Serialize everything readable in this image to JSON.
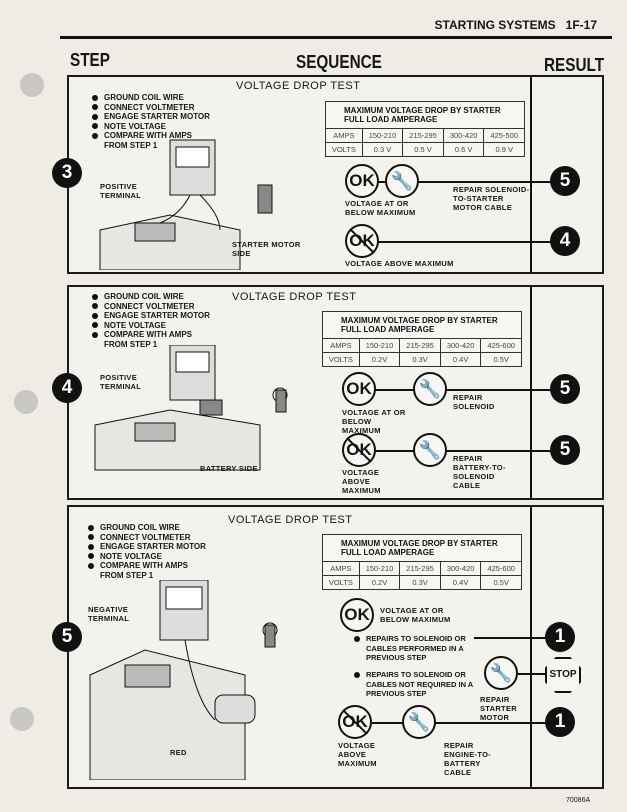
{
  "header": {
    "section": "STARTING SYSTEMS",
    "page": "1F-17"
  },
  "columns": {
    "step": "STEP",
    "sequence": "SEQUENCE",
    "result": "RESULT"
  },
  "panels": [
    {
      "step": "3",
      "title": "VOLTAGE DROP TEST",
      "bullets": [
        "GROUND COIL WIRE",
        "CONNECT VOLTMETER",
        "ENGAGE STARTER MOTOR",
        "NOTE VOLTAGE",
        "COMPARE WITH AMPS FROM STEP 1"
      ],
      "callouts": [
        "POSITIVE TERMINAL",
        "STARTER MOTOR SIDE"
      ],
      "table": {
        "title": "MAXIMUM VOLTAGE DROP BY STARTER FULL LOAD AMPERAGE",
        "amps_label": "AMPS",
        "volts_label": "VOLTS",
        "amps": [
          "150-210",
          "215-295",
          "300-420",
          "425-500"
        ],
        "volts": [
          "0.3 V",
          "0.5 V",
          "0.6 V",
          "0.9 V"
        ]
      },
      "ok_label": "VOLTAGE AT OR BELOW MAXIMUM",
      "ok_repair": "REPAIR SOLENOID-TO-STARTER MOTOR CABLE",
      "ok_result": "5",
      "notok_label": "VOLTAGE ABOVE MAXIMUM",
      "notok_result": "4"
    },
    {
      "step": "4",
      "title": "VOLTAGE DROP TEST",
      "bullets": [
        "GROUND COIL WIRE",
        "CONNECT VOLTMETER",
        "ENGAGE STARTER MOTOR",
        "NOTE VOLTAGE",
        "COMPARE WITH AMPS FROM STEP 1"
      ],
      "callouts": [
        "POSITIVE TERMINAL",
        "BATTERY SIDE"
      ],
      "table": {
        "title": "MAXIMUM VOLTAGE DROP BY STARTER FULL LOAD AMPERAGE",
        "amps_label": "AMPS",
        "volts_label": "VOLTS",
        "amps": [
          "150-210",
          "215-295",
          "300-420",
          "425-600"
        ],
        "volts": [
          "0.2V",
          "0.3V",
          "0.4V",
          "0.5V"
        ]
      },
      "ok_label": "VOLTAGE AT OR BELOW MAXIMUM",
      "ok_repair": "REPAIR SOLENOID",
      "ok_result": "5",
      "notok_label": "VOLTAGE ABOVE MAXIMUM",
      "notok_repair": "REPAIR BATTERY-TO-SOLENOID CABLE",
      "notok_result": "5"
    },
    {
      "step": "5",
      "title": "VOLTAGE DROP TEST",
      "bullets": [
        "GROUND COIL WIRE",
        "CONNECT VOLTMETER",
        "ENGAGE STARTER MOTOR",
        "NOTE VOLTAGE",
        "COMPARE WITH AMPS FROM STEP 1"
      ],
      "callouts": [
        "NEGATIVE TERMINAL",
        "RED"
      ],
      "table": {
        "title": "MAXIMUM VOLTAGE DROP BY STARTER FULL LOAD AMPERAGE",
        "amps_label": "AMPS",
        "volts_label": "VOLTS",
        "amps": [
          "150-210",
          "215-295",
          "300-420",
          "425-600"
        ],
        "volts": [
          "0.2V",
          "0.3V",
          "0.4V",
          "0.5V"
        ]
      },
      "ok_label": "VOLTAGE AT OR BELOW MAXIMUM",
      "case1": "REPAIRS TO SOLENOID OR CABLES PERFORMED IN A PREVIOUS STEP",
      "case1_result": "1",
      "case2": "REPAIRS TO SOLENOID OR CABLES NOT REQUIRED IN A PREVIOUS STEP",
      "case2_repair": "REPAIR STARTER MOTOR",
      "case2_result": "STOP",
      "notok_label": "VOLTAGE ABOVE MAXIMUM",
      "notok_repair": "REPAIR ENGINE-TO-BATTERY CABLE",
      "notok_result": "1"
    }
  ],
  "ok_text": "OK",
  "figure_number": "70086A"
}
